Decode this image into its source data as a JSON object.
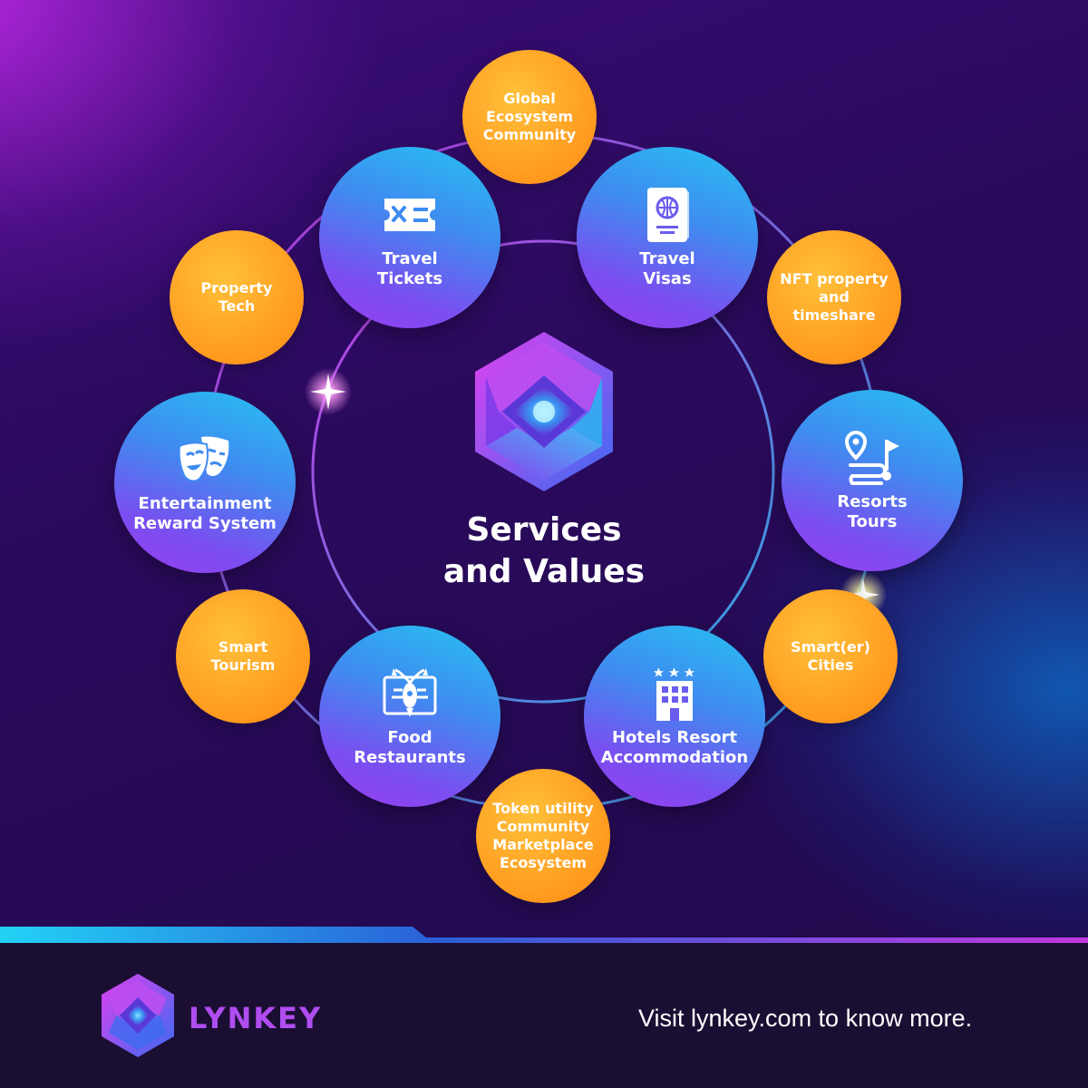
{
  "center": {
    "title_line1": "Services",
    "title_line2": "and Values"
  },
  "nodes": {
    "global_ecosystem": "Global Ecosystem Community",
    "travel_tickets": "Travel Tickets",
    "travel_visas": "Travel Visas",
    "property_tech": "Property Tech",
    "nft_property": "NFT property and timeshare",
    "entertainment": "Entertainment Reward System",
    "resorts_tours": "Resorts Tours",
    "smart_tourism": "Smart Tourism",
    "smarter_cities": "Smart(er) Cities",
    "food_restaurants": "Food Restaurants",
    "hotels_resort": "Hotels Resort Accommodation",
    "token_utility": "Token utility Community Marketplace Ecosystem"
  },
  "icons": {
    "travel_tickets": "ticket-icon",
    "travel_visas": "passport-icon",
    "entertainment": "theater-masks-icon",
    "resorts_tours": "route-flag-icon",
    "food_restaurants": "lobster-menu-icon",
    "hotels_resort": "hotel-building-icon"
  },
  "footer": {
    "brand": "LYNKEY",
    "tagline": "Visit lynkey.com to know more."
  },
  "colors": {
    "orange": "#ff9a1e",
    "blue": "#25c2f2",
    "purple": "#9b3df0",
    "background": "#2a0a5c",
    "brand": "#b04df0"
  }
}
